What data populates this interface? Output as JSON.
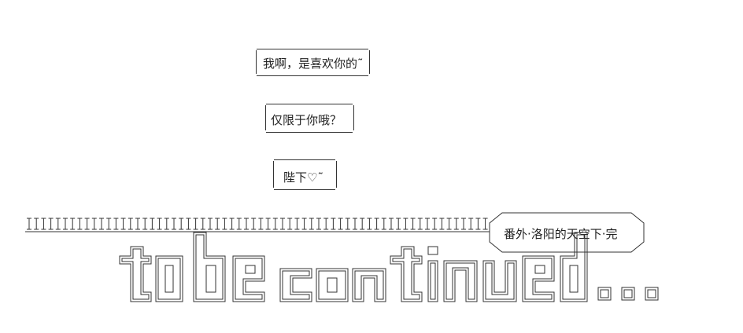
{
  "dialogue": [
    {
      "text": "我啊，是喜欢你的˜"
    },
    {
      "text": "仅限于你哦？"
    },
    {
      "text": "陛下♡˜"
    }
  ],
  "sign": {
    "text": "番外·洛阳的天空下·完"
  },
  "art": {
    "banner": "to be continued..."
  }
}
